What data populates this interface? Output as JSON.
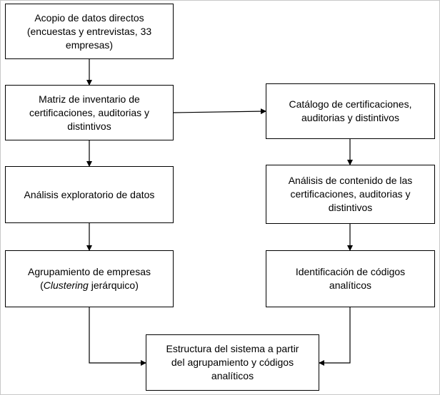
{
  "nodes": {
    "acopio": {
      "lines": [
        "Acopio de  datos directos",
        "(encuestas y entrevistas, 33",
        "empresas)"
      ]
    },
    "matriz": {
      "lines": [
        "Matriz de inventario de",
        "certificaciones, auditorias y",
        "distintivos"
      ]
    },
    "exploratorio": {
      "lines": [
        "Análisis exploratorio de datos"
      ]
    },
    "agrupamiento": {
      "line1": "Agrupamiento de empresas",
      "line2_open": "(",
      "line2_italic": "Clustering",
      "line2_rest": " jerárquico)"
    },
    "catalogo": {
      "lines": [
        "Catálogo de certificaciones,",
        "auditorias y distintivos"
      ]
    },
    "contenido": {
      "lines": [
        "Análisis de contenido de  las",
        "certificaciones, auditorias y",
        "distintivos"
      ]
    },
    "identificacion": {
      "lines": [
        "Identificación  de códigos",
        "analíticos"
      ]
    },
    "estructura": {
      "lines": [
        "Estructura del sistema a partir",
        "del agrupamiento y códigos",
        "analíticos"
      ]
    }
  }
}
